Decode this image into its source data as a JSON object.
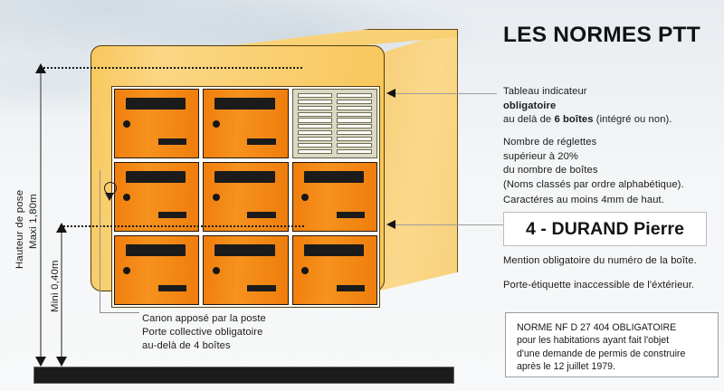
{
  "title": "LES NORMES PTT",
  "colors": {
    "cabinet_frame": "#f8c85e",
    "cabinet_side": "#fbd88c",
    "mailbox_orange": "#f0800e",
    "slot_dark": "#1b1b1b",
    "board_panel": "#d9d9c4",
    "ground": "#1c1c1c",
    "background": "#eef1f4"
  },
  "dimensions": {
    "top_label_line1": "Hauteur de pose",
    "top_label_line2": "Maxi 1,80m",
    "bottom_label": "Mini 0,40m"
  },
  "annotations": {
    "indicator": {
      "line1": "Tableau indicateur",
      "line2_bold": "obligatoire",
      "line3_pre": "au delà de ",
      "line3_bold": "6 boîtes",
      "line3_post": " (intégré ou non)."
    },
    "reglettes": {
      "line1": "Nombre de réglettes",
      "line2": "supérieur à 20%",
      "line3": "du nombre de boîtes",
      "line4": "(Noms classés par ordre alphabétique)."
    },
    "characters": "Caractéres au moins 4mm de haut.",
    "name_plate": "4 - DURAND Pierre",
    "number_required": "Mention obligatoire du numéro de la boîte.",
    "label_holder": "Porte-étiquette inaccessible de l'éxtérieur.",
    "canon": {
      "line1": "Canon  apposé par la poste",
      "line2": "Porte collective obligatoire",
      "line3": "au-delà de 4 boîtes"
    },
    "norm": {
      "line1": "NORME NF D 27 404 OBLIGATOIRE",
      "line2": "pour les habitations ayant fait l'objet",
      "line3": "d'une demande de permis de construire",
      "line4": "après le 12 juillet 1979."
    }
  },
  "cabinet": {
    "rows": 3,
    "columns": 3,
    "mailbox_count": 8,
    "indicator_board_position": "top-right",
    "reglette_rows": 10,
    "reglette_columns": 2
  }
}
